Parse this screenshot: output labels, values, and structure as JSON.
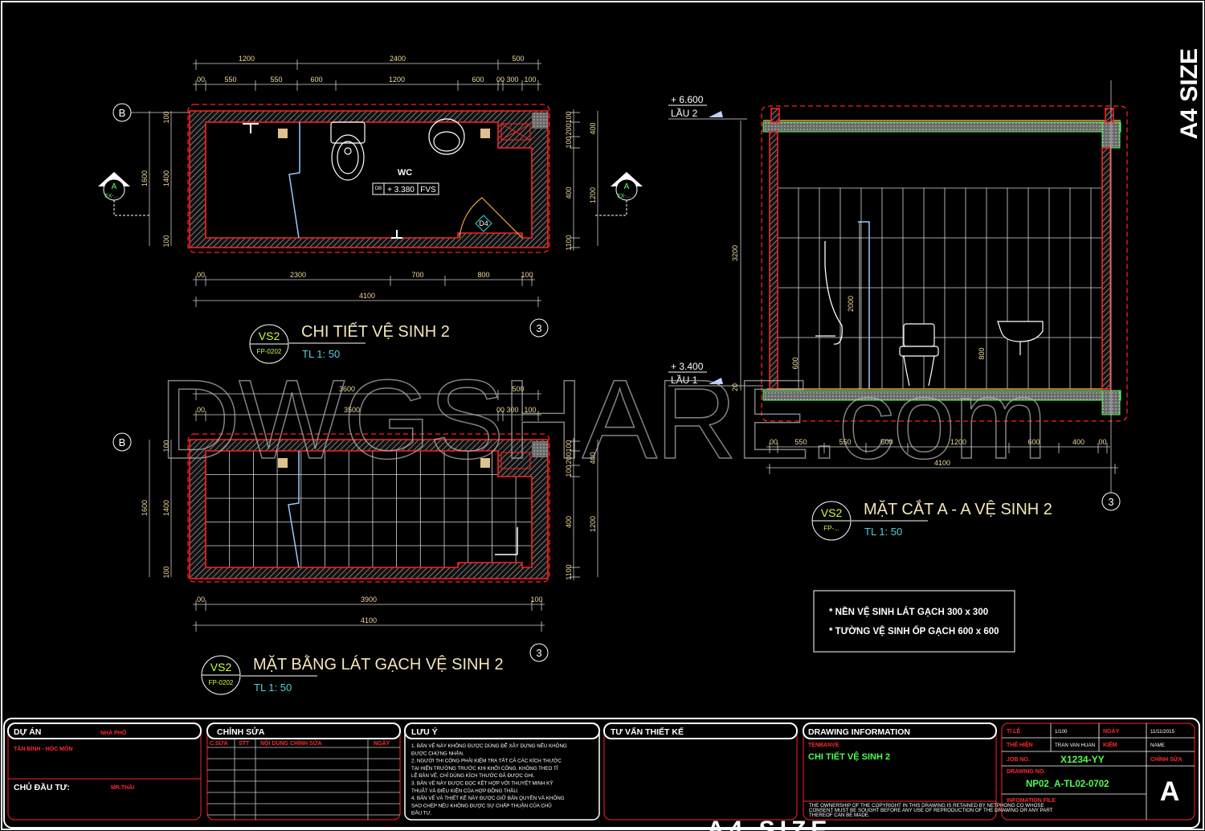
{
  "watermark": "DWGSHARE.com",
  "sheet_size": "A4 SIZE",
  "colors": {
    "wall": "#ff2020",
    "dimension_text": "#f2d89a",
    "title_text": "#f3e6b8",
    "scale_text": "#4fd0e0",
    "tag_text": "#c8ff3c",
    "drawing_name": "#4cff4c"
  },
  "plan_detail": {
    "title": "CHI TIẾT VỆ SINH 2",
    "tag": "VS2",
    "tag_ref": "FP-0202",
    "scale": "TL  1: 50",
    "grid_b": "B",
    "grid_3": "3",
    "section_mark": "A",
    "section_ref": "FX-...",
    "room_name": "WC",
    "level_box": "+ 3.380",
    "level_code": "DB",
    "finish": "FVS",
    "door_tag": "D4",
    "dims_top_1": [
      "1200",
      "2400",
      "500"
    ],
    "dims_top_2": [
      "00",
      "550",
      "550",
      "600",
      "1200",
      "600",
      "00",
      "300",
      "100"
    ],
    "dims_bottom_1": [
      "00",
      "2300",
      "700",
      "800",
      "100",
      "100"
    ],
    "dims_bottom_2": [
      "4100"
    ],
    "dims_left": [
      "1600",
      "1400",
      "100",
      "100"
    ],
    "dims_right": [
      "100",
      "200",
      "100",
      "400",
      "1100",
      "1200",
      "100"
    ]
  },
  "tiling_plan": {
    "title": "MẶT BẰNG LÁT GẠCH VỆ SINH 2",
    "tag": "VS2",
    "tag_ref": "FP-0202",
    "scale": "TL  1: 50",
    "grid_b": "B",
    "grid_3": "3",
    "dims_top_1": [
      "3600",
      "500"
    ],
    "dims_top_2": [
      "00",
      "3500",
      "00",
      "300",
      "100"
    ],
    "dims_bottom_1": [
      "00",
      "3900",
      "100"
    ],
    "dims_bottom_2": [
      "4100"
    ],
    "dims_left": [
      "1600",
      "1400",
      "100",
      "100"
    ],
    "dims_right": [
      "100",
      "200",
      "100",
      "400",
      "1100",
      "1200",
      "100"
    ]
  },
  "section": {
    "title": "MẶT CẮT A - A VỆ SINH 2",
    "tag": "VS2",
    "tag_ref": "FP-...",
    "scale": "TL  1: 50",
    "grid_3": "3",
    "level_top": "+ 6.600",
    "level_top_name": "LẦU 2",
    "level_bottom": "+ 3.400",
    "level_bottom_name": "LẦU 1",
    "dims_vertical": [
      "3200",
      "2000",
      "600",
      "800",
      "20"
    ],
    "dims_bottom_1": [
      "00",
      "550",
      "550",
      "600",
      "1200",
      "600",
      "400",
      "00"
    ],
    "dims_bottom_2": [
      "4100"
    ]
  },
  "notes": [
    "* NỀN VỆ SINH LÁT GẠCH 300 x 300",
    "* TƯỜNG VỆ SINH ỐP GẠCH 600 x 600"
  ],
  "title_block": {
    "project": {
      "label": "DỰ ÁN",
      "value": "NHÀ PHỐ",
      "location": "TÂN BÌNH - HÓC MÔN",
      "owner_label": "CHỦ ĐẦU TƯ:",
      "owner_value": "MR.THÁI"
    },
    "revisions": {
      "label": "CHỈNH SỬA",
      "columns": [
        "C.SỬA",
        "STT",
        "NỘI DUNG CHỈNH SỬA",
        "NGÀY"
      ]
    },
    "notes": {
      "label": "LƯU Ý",
      "items": [
        "1.  BẢN VẼ NÀY KHÔNG ĐƯỢC DÙNG ĐỂ XÂY DỰNG NẾU KHÔNG",
        "     ĐƯỢC CHỨNG NHẬN.",
        "2.  NGƯỜI THI CÔNG PHẢI KIỂM TRA TẤT CẢ CÁC KÍCH THƯỚC",
        "     TẠI HIỆN TRƯỜNG TRƯỚC KHI KHỞI CÔNG. KHÔNG THEO TỈ",
        "     LỆ BẢN VẼ, CHỈ DÙNG KÍCH THƯỚC ĐÃ ĐƯỢC GHI.",
        "3.  BẢN VẼ NÀY ĐƯỢC ĐỌC KẾT HỢP VỚI THUYẾT MINH KỸ",
        "     THUẬT VÀ ĐIỀU KIỆN CỦA HỢP ĐỒNG THẦU.",
        "4.  BẢN VẼ VÀ THIẾT KẾ NÀY ĐƯỢC GIỮ BẢN QUYỀN VÀ KHÔNG",
        "     SAO CHÉP NẾU KHÔNG ĐƯỢC SỰ CHẤP THUẬN CỦA CHỦ",
        "     ĐẦU TƯ."
      ]
    },
    "consultant": {
      "label": "TƯ VẤN THIẾT KẾ"
    },
    "drawing_info": {
      "label": "DRAWING INFORMATION",
      "name_label": "TENBANVE",
      "name": "CHI TIẾT VỆ SINH 2",
      "copyright": [
        "THE OWNERSHIP OF THE COPYRIGHT IN THIS DRAWING IS RETAINED BY NETPHONG CO WHOSE",
        "CONSENT MUST BE SOUGHT BEFORE ANY USE OF REPRODUCTION OF THE DRAWING OR ANY PART",
        "THEREOF CAN BE MADE."
      ]
    },
    "info": {
      "scale_label": "TỈ LỆ",
      "scale": "1/100",
      "date_label": "NGÀY",
      "date": "11/11/2015",
      "drawn_label": "THỂ HIỆN",
      "drawn": "TRAN VAN HUAN",
      "check_label": "KIỂM",
      "check": "NAME",
      "job_label": "JOB NO.",
      "job": "X1234-YY",
      "revision_label": "CHỈNH SỬA",
      "revision": "A",
      "drawing_no_label": "DRAWING NO.",
      "drawing_no": "NP02_A-TL02-0702",
      "info_file_label": "INFOMATION FILE"
    }
  }
}
